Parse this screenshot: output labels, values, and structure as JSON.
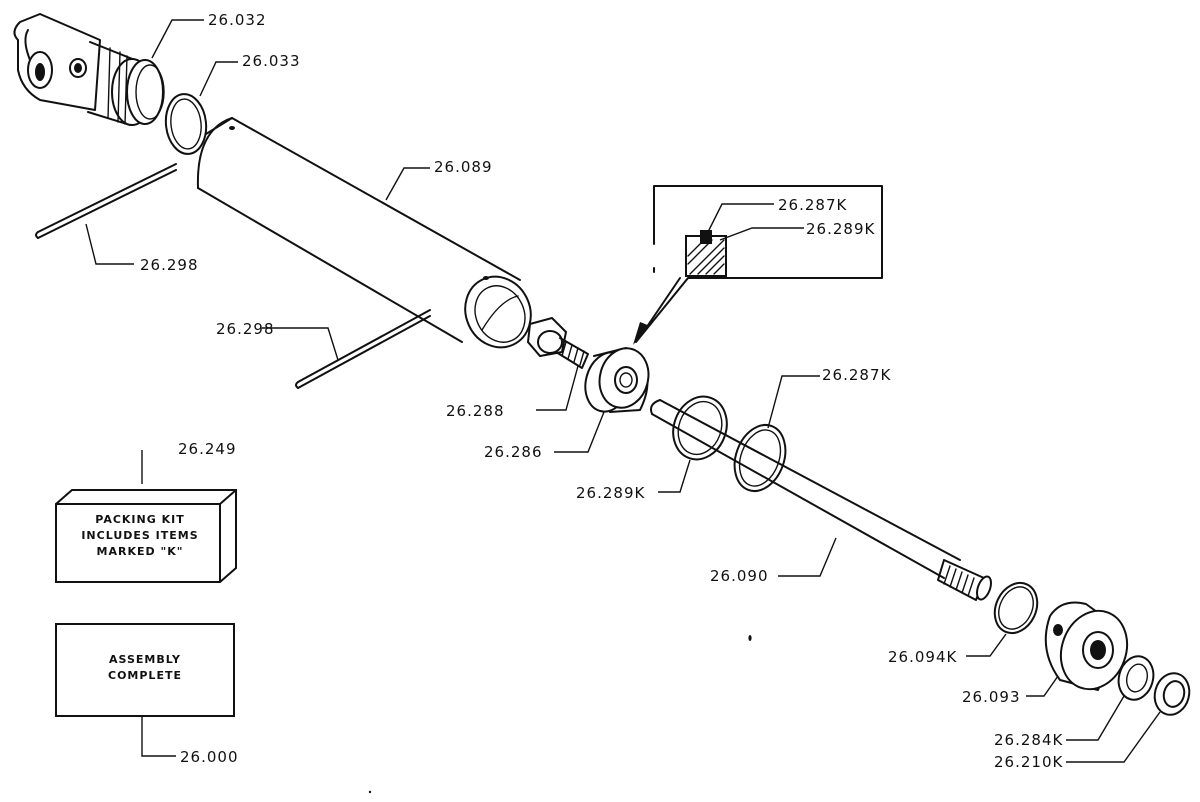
{
  "part_labels": {
    "p26032": "26.032",
    "p26033": "26.033",
    "p26089": "26.089",
    "p26298a": "26.298",
    "p26298b": "26.298",
    "p26287k_inset": "26.287K",
    "p26289k_inset": "26.289K",
    "p26287k": "26.287K",
    "p26288": "26.288",
    "p26286": "26.286",
    "p26289k": "26.289K",
    "p26249": "26.249",
    "p26090": "26.090",
    "p26094k": "26.094K",
    "p26093": "26.093",
    "p26284k": "26.284K",
    "p26210k": "26.210K",
    "p26000": "26.000"
  },
  "packing_kit": {
    "line1": "PACKING   KIT",
    "line2": "INCLUDES ITEMS",
    "line3": "MARKED  \"K\""
  },
  "assembly": {
    "line1": "ASSEMBLY",
    "line2": "COMPLETE"
  }
}
